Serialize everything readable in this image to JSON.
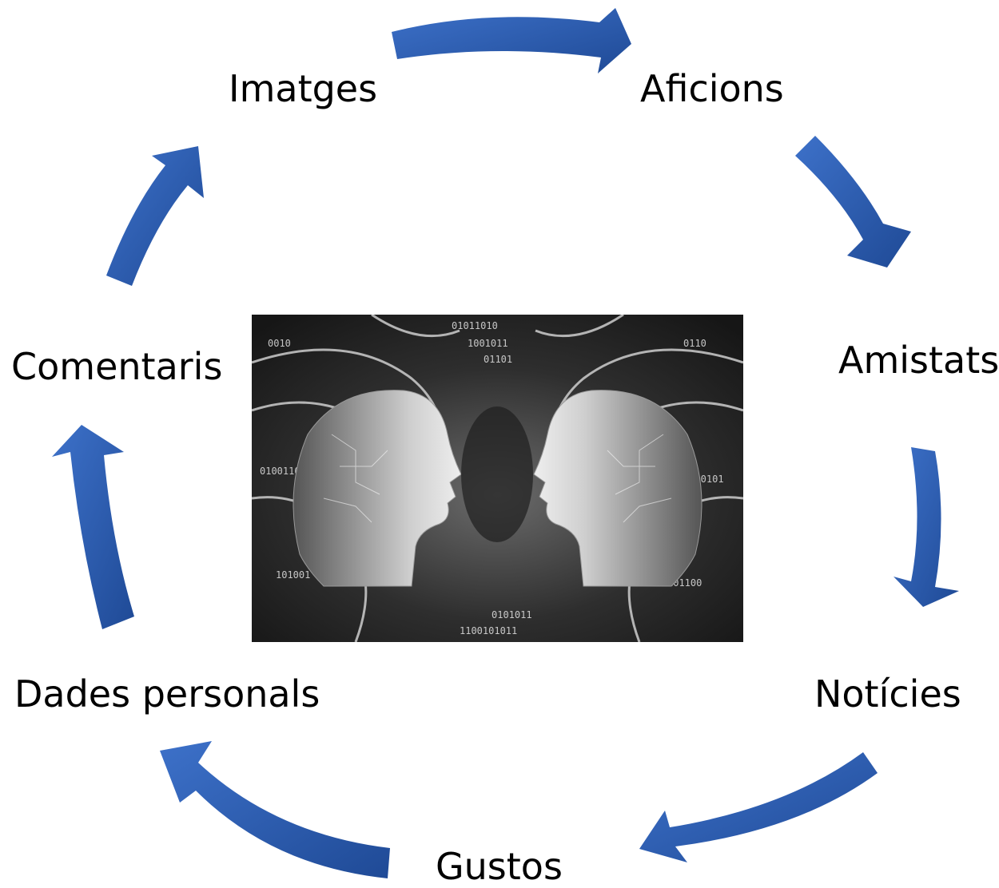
{
  "diagram": {
    "nodes": [
      {
        "id": "imatges",
        "label": "Imatges"
      },
      {
        "id": "aficions",
        "label": "Aficions"
      },
      {
        "id": "amistats",
        "label": "Amistats"
      },
      {
        "id": "noticies",
        "label": "Notícies"
      },
      {
        "id": "gustos",
        "label": "Gustos"
      },
      {
        "id": "dades",
        "label": "Dades personals"
      },
      {
        "id": "comentaris",
        "label": "Comentaris"
      }
    ],
    "edges": [
      {
        "from": "imatges",
        "to": "aficions"
      },
      {
        "from": "aficions",
        "to": "amistats"
      },
      {
        "from": "amistats",
        "to": "noticies"
      },
      {
        "from": "noticies",
        "to": "gustos"
      },
      {
        "from": "gustos",
        "to": "dades"
      },
      {
        "from": "dades",
        "to": "comentaris"
      },
      {
        "from": "comentaris",
        "to": "imatges"
      }
    ],
    "arrow_color_light": "#3d71c9",
    "arrow_color_dark": "#1f4a96",
    "center_image": {
      "subject": "two-robot-heads-binary-code",
      "tone": "grayscale"
    }
  }
}
